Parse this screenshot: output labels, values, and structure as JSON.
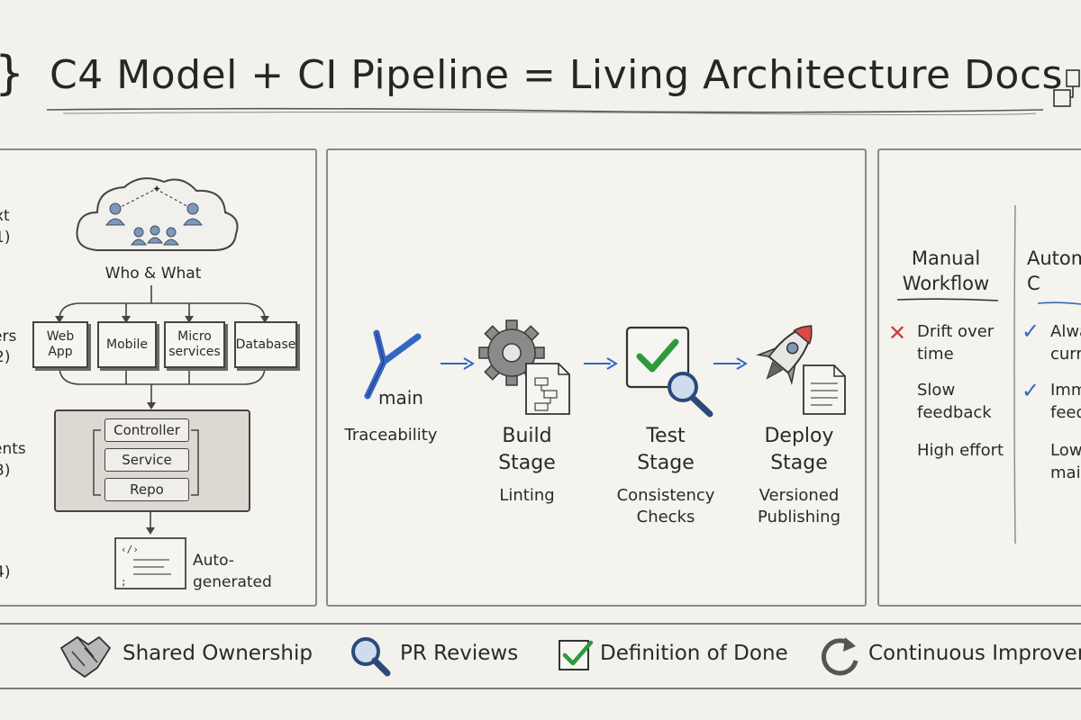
{
  "title": "C4 Model + CI Pipeline = Living Architecture Docs",
  "c4": {
    "levels": [
      "xt",
      "1)",
      "ers",
      "2)",
      "ents",
      "3)",
      "4)"
    ],
    "cloud_label": "Who & What",
    "containers": [
      "Web App",
      "Mobile",
      "Micro services",
      "Database"
    ],
    "layers": [
      "Controller",
      "Service",
      "Repo"
    ],
    "code_label": "Auto-generated"
  },
  "pipeline": {
    "branch": "main",
    "traceability": "Traceability",
    "stages": [
      {
        "title": "Build Stage",
        "sub": "Linting"
      },
      {
        "title": "Test Stage",
        "sub": "Consistency Checks"
      },
      {
        "title": "Deploy Stage",
        "sub": "Versioned Publishing"
      }
    ]
  },
  "comparison": {
    "manual": {
      "title": "Manual Workflow",
      "items": [
        "Drift over time",
        "Slow feedback",
        "High effort"
      ]
    },
    "automated": {
      "title": "Autom C",
      "items": [
        "Alwa curr",
        "Imm feed",
        "Low main"
      ]
    }
  },
  "footer": {
    "items": [
      "Shared Ownership",
      "PR Reviews",
      "Definition of Done",
      "Continuous Improveme"
    ]
  },
  "colors": {
    "accent_blue": "#3566c4",
    "check_green": "#2e9a3c",
    "cross_red": "#d23a3a",
    "rocket_red": "#d94a44"
  }
}
